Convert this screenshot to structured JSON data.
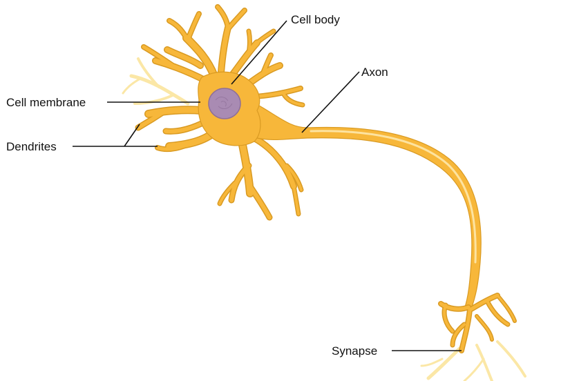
{
  "labels": {
    "cell_body": "Cell body",
    "axon": "Axon",
    "cell_membrane": "Cell membrane",
    "dendrites": "Dendrites",
    "synapse": "Synapse"
  },
  "colors": {
    "neuron_fill": "#f7b73a",
    "neuron_outline": "#d99a22",
    "nucleus_fill": "#a98bb3",
    "faint_branches": "#fbe7a6",
    "leader_lines": "#111111"
  }
}
